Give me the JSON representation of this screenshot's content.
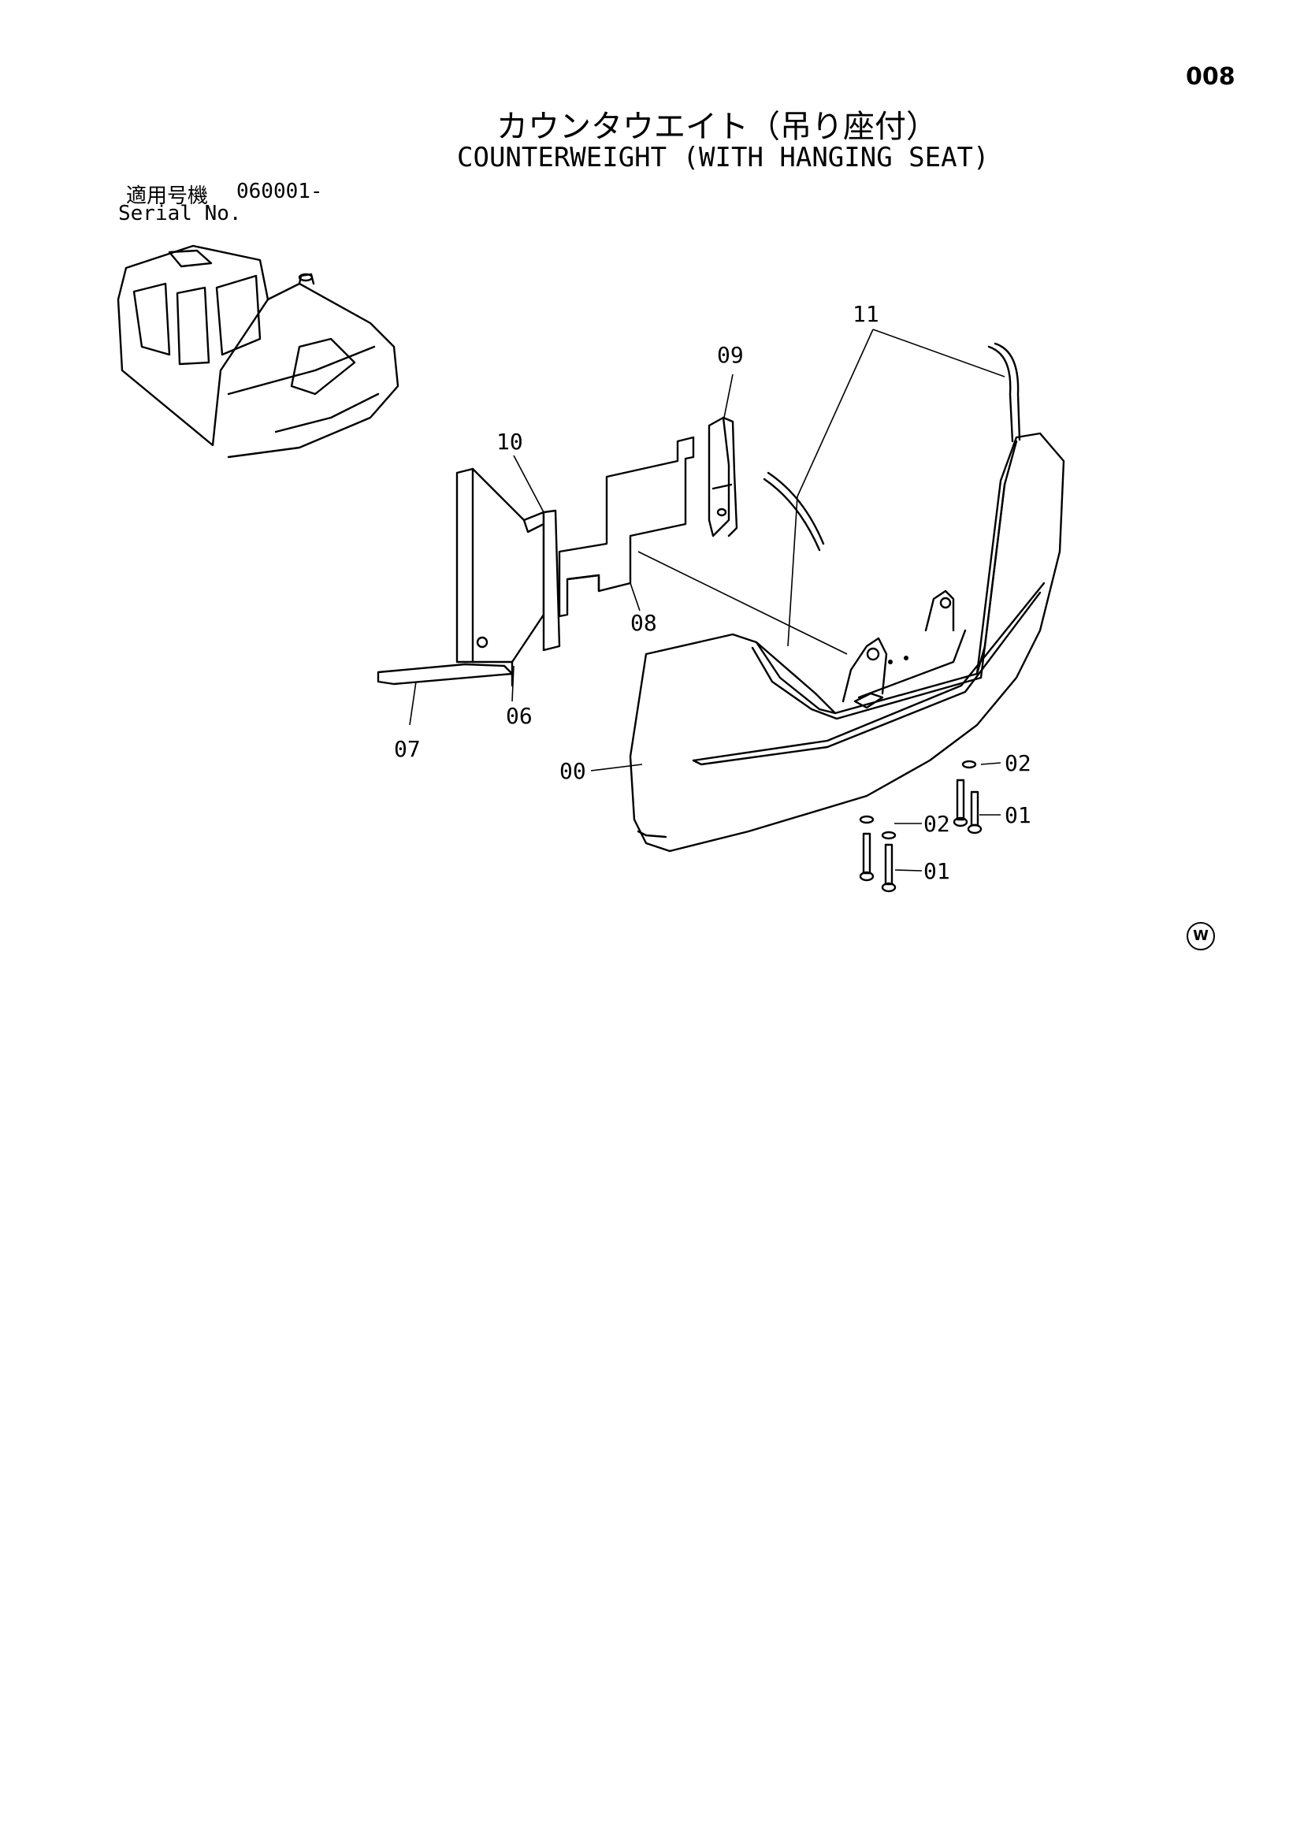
{
  "page_number": "008",
  "title_ja": "カウンタウエイト（吊り座付）",
  "title_en": "COUNTERWEIGHT (WITH HANGING SEAT)",
  "serial": {
    "label_ja": "適用号機",
    "label_en": "Serial No.",
    "number": "060001-"
  },
  "callouts": {
    "c00": "00",
    "c01a": "01",
    "c01b": "01",
    "c02a": "02",
    "c02b": "02",
    "c06": "06",
    "c07": "07",
    "c08": "08",
    "c09": "09",
    "c10": "10",
    "c11": "11"
  },
  "mark_symbol": "W"
}
